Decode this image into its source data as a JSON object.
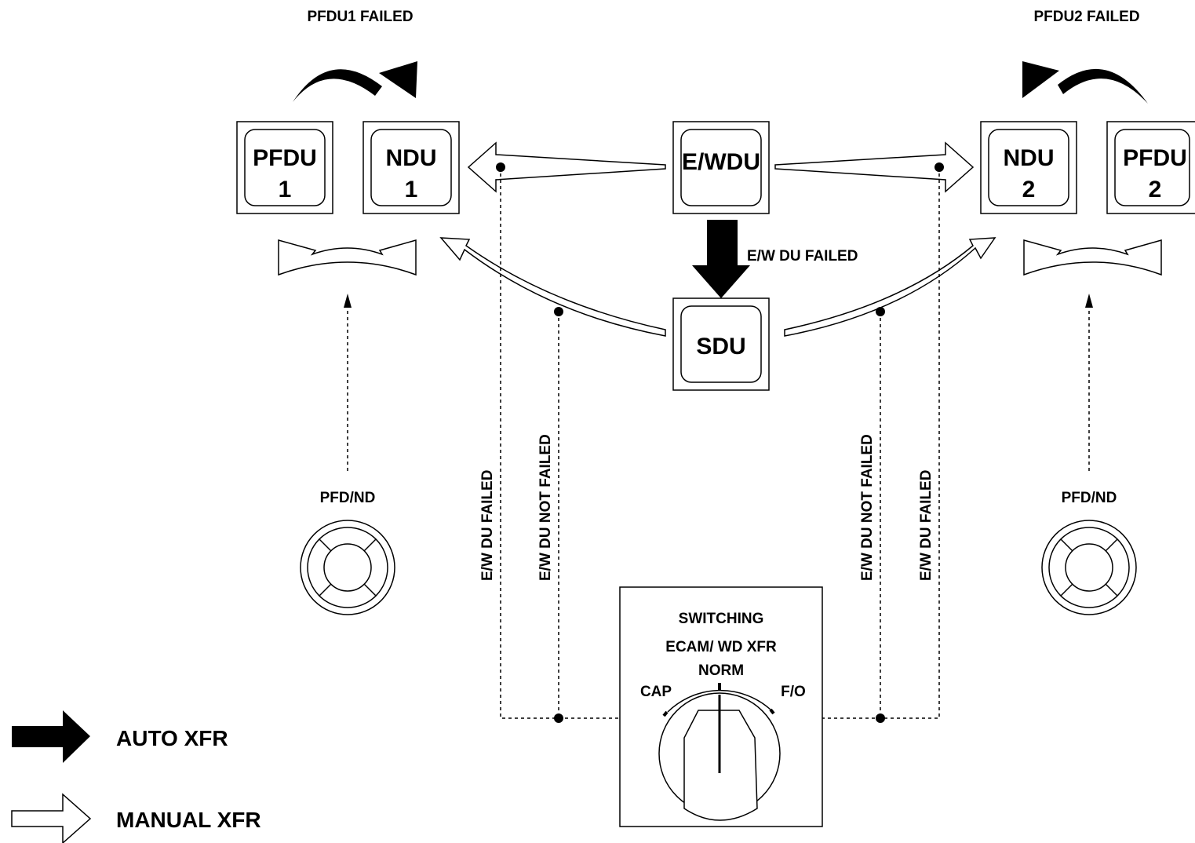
{
  "headers": {
    "pfdu1_failed": "PFDU1 FAILED",
    "pfdu2_failed": "PFDU2 FAILED"
  },
  "units": {
    "pfdu1": {
      "line1": "PFDU",
      "line2": "1"
    },
    "ndu1": {
      "line1": "NDU",
      "line2": "1"
    },
    "ewdu": {
      "line1": "E/WDU"
    },
    "ndu2": {
      "line1": "NDU",
      "line2": "2"
    },
    "pfdu2": {
      "line1": "PFDU",
      "line2": "2"
    },
    "sdu": {
      "line1": "SDU"
    }
  },
  "transfer_labels": {
    "ew_du_failed_center": "E/W DU FAILED",
    "left_failed": "E/W DU FAILED",
    "left_not_failed": "E/W DU NOT FAILED",
    "right_not_failed": "E/W DU NOT FAILED",
    "right_failed": "E/W DU FAILED"
  },
  "pfdnd": {
    "left_label": "PFD/ND",
    "right_label": "PFD/ND"
  },
  "switching_panel": {
    "title": "SWITCHING",
    "subtitle": "ECAM/ WD XFR",
    "norm": "NORM",
    "cap": "CAP",
    "fo": "F/O"
  },
  "legend": {
    "auto": "AUTO XFR",
    "manual": "MANUAL XFR"
  },
  "colors": {
    "line": "#000000",
    "fill": "#ffffff",
    "auto_fill": "#000000"
  }
}
